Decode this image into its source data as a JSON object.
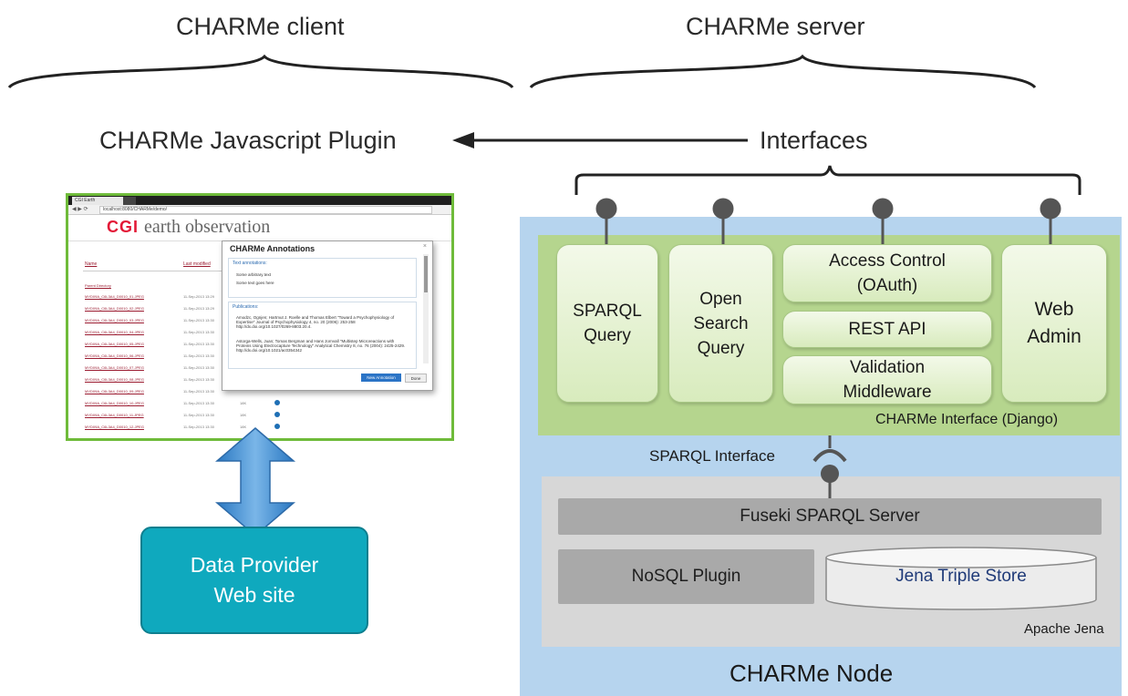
{
  "top": {
    "client_label": "CHARMe client",
    "server_label": "CHARMe server",
    "plugin_label": "CHARMe Javascript Plugin",
    "interfaces_label": "Interfaces"
  },
  "node": {
    "label": "CHARMe Node",
    "interface_layer_label": "CHARMe Interface (Django)",
    "sparql_interface_label": "SPARQL Interface",
    "components": {
      "sparql_query": [
        "SPARQL",
        "Query"
      ],
      "open_search": [
        "Open",
        "Search",
        "Query"
      ],
      "access_control": [
        "Access Control",
        "(OAuth)"
      ],
      "rest_api": "REST API",
      "validation": [
        "Validation",
        "Middleware"
      ],
      "web_admin": [
        "Web",
        "Admin"
      ]
    },
    "jena": {
      "label": "Apache Jena",
      "fuseki": "Fuseki SPARQL Server",
      "nosql": "NoSQL Plugin",
      "triple_store": "Jena Triple Store"
    }
  },
  "provider": {
    "line1": "Data Provider",
    "line2": "Web site"
  },
  "screenshot": {
    "tab_label": "CGI Earth Observation",
    "url": "localhost:8080/CHARMe/demo/",
    "logo": "CGI",
    "logo_text": "earth observation",
    "col_name": "Name",
    "col_modified": "Last modified",
    "parent_dir": "Parent Directory",
    "rows": [
      {
        "name": "MYD09A_C6L3A4_D0010_01.JPEG",
        "date": "11-Sep-2013 13:29",
        "size": ""
      },
      {
        "name": "MYD09A_C6L3A4_D0010_02.JPEG",
        "date": "11-Sep-2013 13:29",
        "size": ""
      },
      {
        "name": "MYD09A_C6L3A4_D0010_03.JPEG",
        "date": "11-Sep-2013 13:30",
        "size": ""
      },
      {
        "name": "MYD09A_C6L3A4_D0010_04.JPEG",
        "date": "11-Sep-2013 13:30",
        "size": ""
      },
      {
        "name": "MYD09A_C6L3A4_D0010_05.JPEG",
        "date": "11-Sep-2013 13:30",
        "size": ""
      },
      {
        "name": "MYD09A_C6L3A4_D0010_06.JPEG",
        "date": "11-Sep-2013 13:30",
        "size": ""
      },
      {
        "name": "MYD09A_C6L3A4_D0010_07.JPEG",
        "date": "11-Sep-2013 13:30",
        "size": ""
      },
      {
        "name": "MYD09A_C6L3A4_D0010_08.JPEG",
        "date": "11-Sep-2013 13:30",
        "size": ""
      },
      {
        "name": "MYD09A_C6L3A4_D0010_09.JPEG",
        "date": "11-Sep-2013 13:30",
        "size": ""
      },
      {
        "name": "MYD09A_C6L3A4_D0010_10.JPEG",
        "date": "11-Sep-2013 13:30",
        "size": "18K"
      },
      {
        "name": "MYD09A_C6L3A4_D0010_11.JPEG",
        "date": "11-Sep-2013 13:30",
        "size": "18K"
      },
      {
        "name": "MYD09A_C6L3A4_D0010_12.JPEG",
        "date": "11-Sep-2013 13:30",
        "size": "18K"
      }
    ],
    "dialog": {
      "title": "CHARMe Annotations",
      "text_heading": "Text annotations:",
      "text_items": [
        "Some arbitrary text",
        "Some text goes here"
      ],
      "pub_heading": "Publications:",
      "pub_items": [
        "Amodzc, Ognjen; Hartmut J. Roelle and Thomas Elbert \"Toward a Psychophysiology of Expertise\" Journal of Psychophysiology 4, no. 20 (2006): 253-258 http://dx.doi.org/10.1027/0269-8803.20.4.",
        "Astorga-Wells, Juan; Tomas Bergman and Hans Jornvall \"Multistep Microreactions with Proteins Using Electrocapture Technology\" Analytical Chemistry 8, no. 76 (2004): 2425-2429. http://dx.doi.org/10.1021/ac0354342"
      ],
      "new_button": "New Annotation",
      "done_button": "Done"
    }
  }
}
